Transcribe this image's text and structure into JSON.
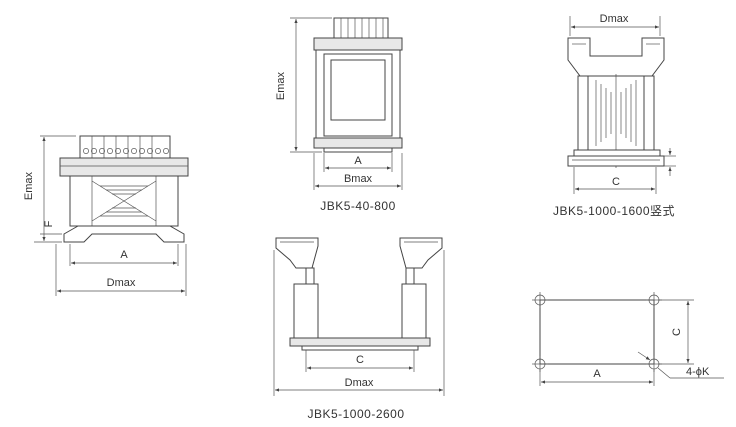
{
  "labels": {
    "emax": "Emax",
    "f": "F",
    "a": "A",
    "dmax": "Dmax",
    "bmax": "Bmax",
    "c": "C",
    "k": "4-ϕK"
  },
  "captions": {
    "jbk5_40_800": "JBK5-40-800",
    "jbk5_1000_1600": "JBK5-1000-1600竖式",
    "jbk5_1000_2600": "JBK5-1000-2600"
  }
}
